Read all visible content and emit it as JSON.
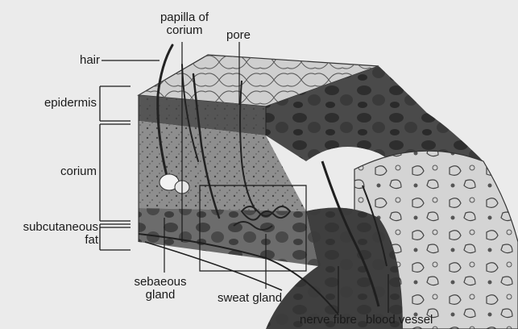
{
  "labels": {
    "papilla_of_corium": "papilla of\ncorium",
    "pore": "pore",
    "hair": "hair",
    "epidermis": "epidermis",
    "corium": "corium",
    "subcutaneous_fat": "subcutaneous\nfat",
    "sebaceous_gland": "sebaeous\ngland",
    "sweat_gland": "sweat gland",
    "nerve_fibre": "nerve fibre",
    "blood_vessel": "blood vessel"
  },
  "colors": {
    "background": "#ebebeb",
    "ink": "#1a1a1a",
    "epidermis_surface": "#c9c9c9",
    "corium_fill": "#8a8a8a",
    "fat_fill": "#6a6a6a",
    "tissue_dark": "#3d3d3d",
    "tissue_light": "#d8d8d8"
  }
}
